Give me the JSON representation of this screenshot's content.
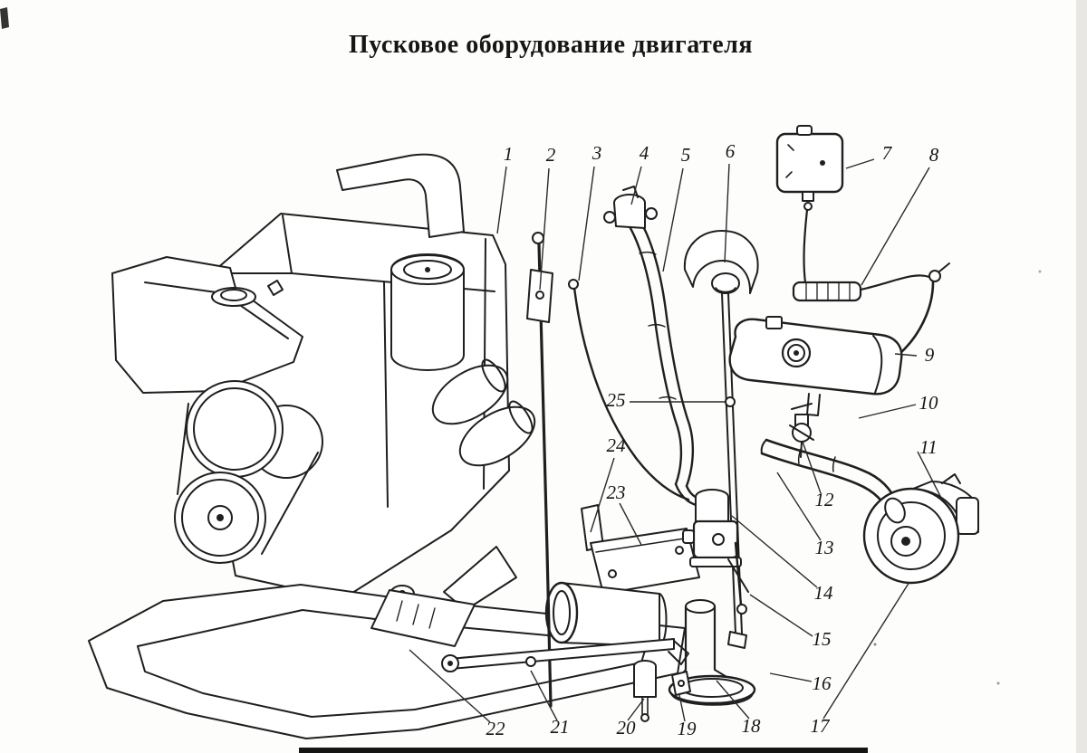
{
  "page": {
    "title": "Пусковое оборудование двигателя"
  },
  "figure": {
    "callouts": [
      {
        "label": "1"
      },
      {
        "label": "2"
      },
      {
        "label": "3"
      },
      {
        "label": "4"
      },
      {
        "label": "5"
      },
      {
        "label": "6"
      },
      {
        "label": "7"
      },
      {
        "label": "8"
      },
      {
        "label": "9"
      },
      {
        "label": "10"
      },
      {
        "label": "11"
      },
      {
        "label": "12"
      },
      {
        "label": "13"
      },
      {
        "label": "14"
      },
      {
        "label": "15"
      },
      {
        "label": "16"
      },
      {
        "label": "17"
      },
      {
        "label": "18"
      },
      {
        "label": "19"
      },
      {
        "label": "20"
      },
      {
        "label": "21"
      },
      {
        "label": "22"
      },
      {
        "label": "23"
      },
      {
        "label": "24"
      },
      {
        "label": "25"
      }
    ]
  }
}
